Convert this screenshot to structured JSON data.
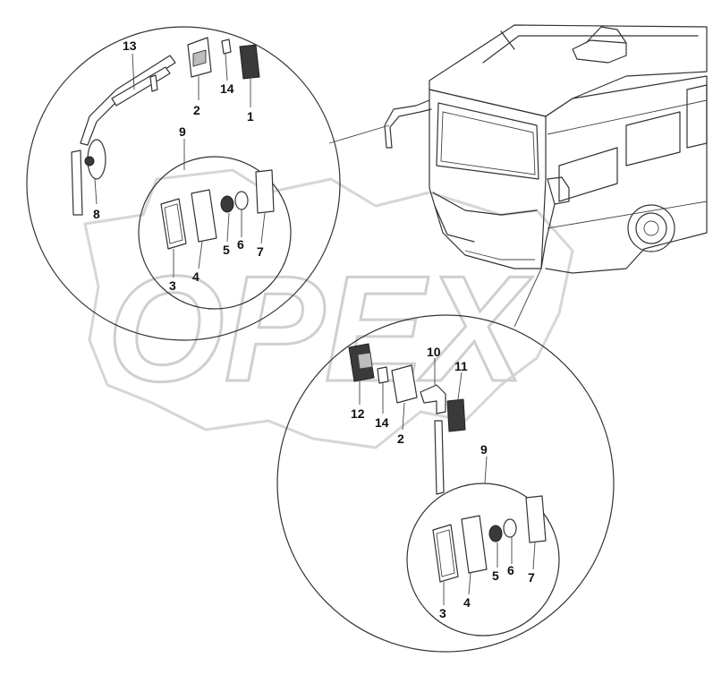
{
  "watermark_text": "OPEX",
  "detail_upper": {
    "callouts": [
      "13",
      "2",
      "14",
      "1",
      "9",
      "8",
      "3",
      "4",
      "5",
      "6",
      "7"
    ]
  },
  "detail_lower": {
    "callouts": [
      "10",
      "11",
      "12",
      "14",
      "2",
      "9",
      "3",
      "4",
      "5",
      "6",
      "7"
    ]
  }
}
